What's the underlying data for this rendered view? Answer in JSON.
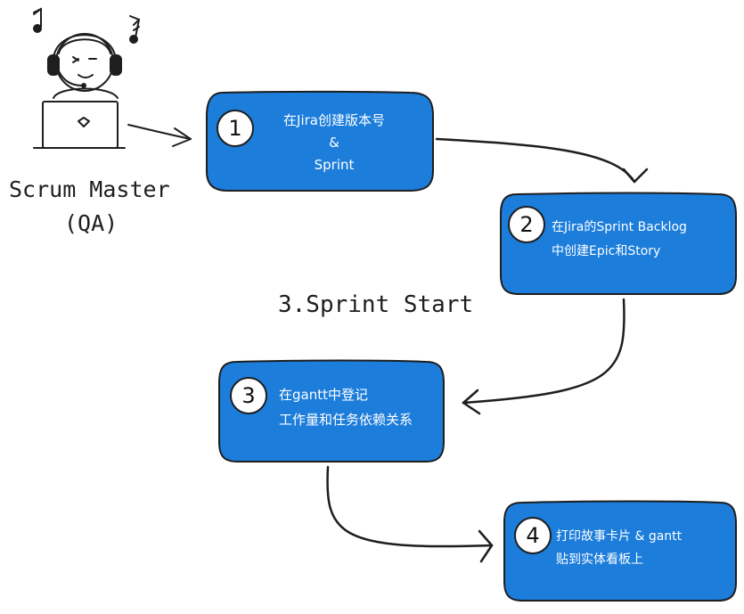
{
  "actor": {
    "name": "Scrum Master",
    "role": "(QA)"
  },
  "phase_label": "3.Sprint Start",
  "steps": [
    {
      "number": "1",
      "line1": "在Jira创建版本号",
      "line2": "&",
      "line3": "Sprint"
    },
    {
      "number": "2",
      "line1": "在Jira的Sprint Backlog",
      "line2": "中创建Epic和Story"
    },
    {
      "number": "3",
      "line1": "在gantt中登记",
      "line2": "工作量和任务依赖关系"
    },
    {
      "number": "4",
      "line1": "打印故事卡片 & gantt",
      "line2": "贴到实体看板上"
    }
  ],
  "colors": {
    "box_fill": "#1c7ddb",
    "box_stroke": "#1e1e1e",
    "ink": "#1e1e1e",
    "circle_fill": "#ffffff"
  },
  "icons": [
    "person-with-headphones-icon",
    "laptop-icon",
    "music-note-icon"
  ]
}
